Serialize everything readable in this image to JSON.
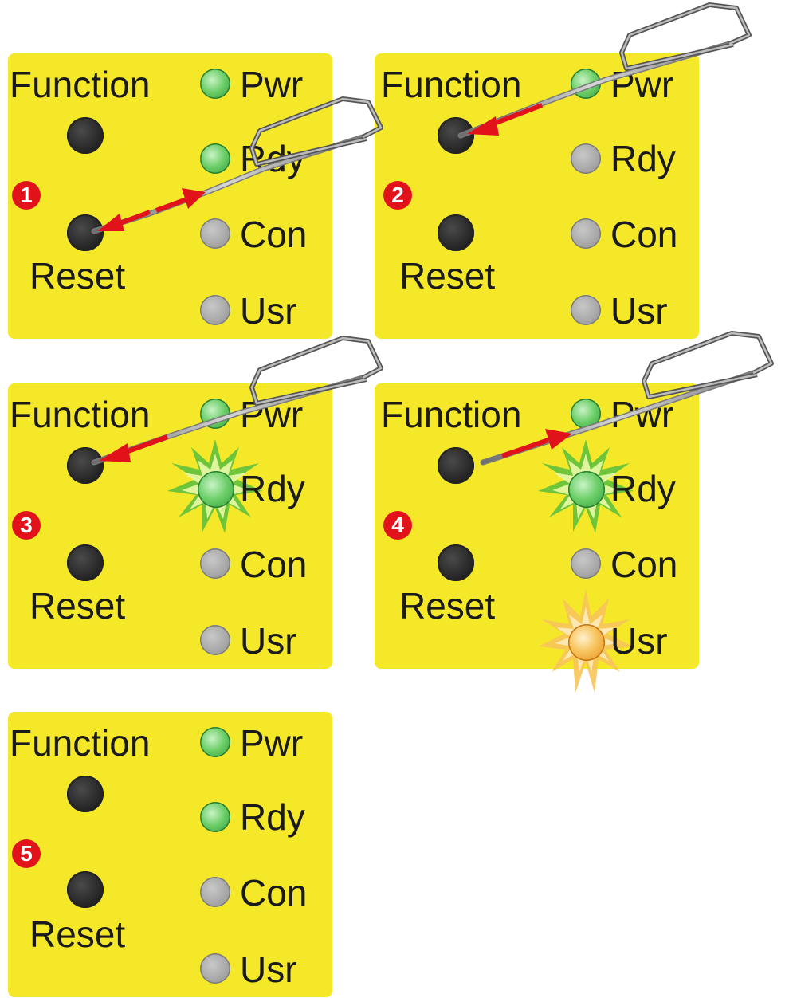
{
  "colors": {
    "panel_yellow": "#f4e829",
    "led_green": "#4cc04f",
    "led_off": "#a6a6a6",
    "led_orange": "#f5a623",
    "arrow_red": "#e2121b",
    "badge_red": "#e2121b"
  },
  "labels": {
    "function": "Function",
    "reset": "Reset",
    "pwr": "Pwr",
    "rdy": "Rdy",
    "con": "Con",
    "usr": "Usr"
  },
  "steps": [
    {
      "number": "1",
      "pwr": "on",
      "rdy": "on",
      "con": "off",
      "usr": "off",
      "tool_icon": "paperclip-icon",
      "action": "reset-double-arrow"
    },
    {
      "number": "2",
      "pwr": "on",
      "rdy": "off",
      "con": "off",
      "usr": "off",
      "tool_icon": "paperclip-icon",
      "action": "press-function"
    },
    {
      "number": "3",
      "pwr": "on",
      "rdy": "flashing",
      "con": "off",
      "usr": "off",
      "tool_icon": "paperclip-icon",
      "action": "press-function"
    },
    {
      "number": "4",
      "pwr": "on",
      "rdy": "flashing",
      "con": "off",
      "usr": "flashing-orange",
      "tool_icon": "paperclip-icon",
      "action": "release-function"
    },
    {
      "number": "5",
      "pwr": "on",
      "rdy": "on",
      "con": "off",
      "usr": "off",
      "tool_icon": "",
      "action": "none"
    }
  ]
}
